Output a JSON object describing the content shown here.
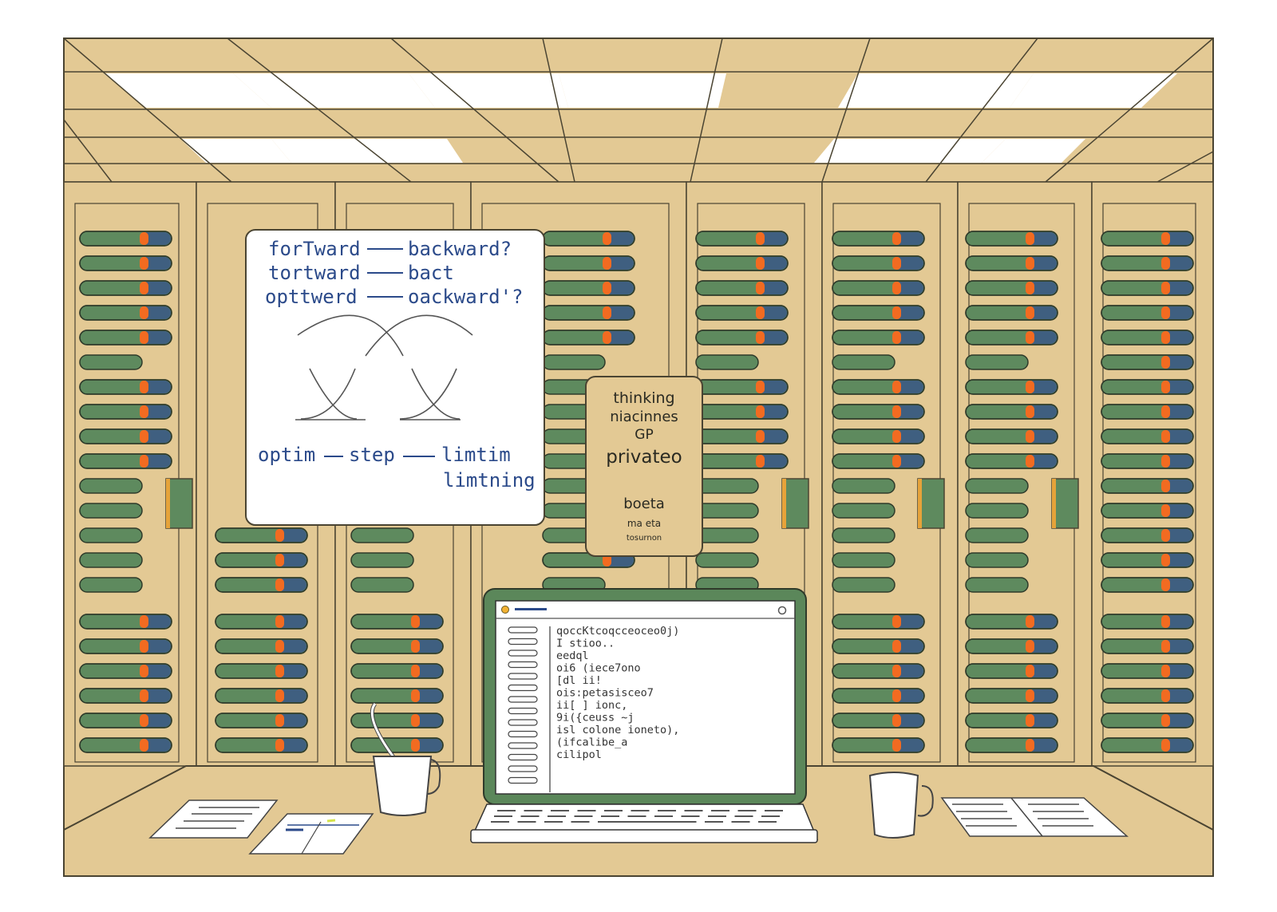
{
  "scene": {
    "title": "Server room illustration",
    "colors": {
      "wall": "#e3c994",
      "line": "#4a4432",
      "ceiling_light": "#ffffff",
      "led_green": "#5e8a5e",
      "led_blue": "#3f5f80",
      "led_orange": "#f26b21",
      "handle_accent": "#e6a33a",
      "laptop_frame": "#5b875a",
      "whiteboard_ink": "#2b4a8a"
    }
  },
  "whiteboard": {
    "lines": [
      {
        "left": "forTward",
        "right": "backward?"
      },
      {
        "left": "tortward",
        "right": "bact"
      },
      {
        "left": "opttwerd",
        "right": "oackward'?"
      }
    ],
    "bottom_line": {
      "a": "optim",
      "b": "step",
      "c": "limtim"
    },
    "bottom_line_2": "limtning"
  },
  "sign": {
    "line1": "thinking",
    "line2": "niacinnes",
    "line3": "GP",
    "line4": "privateo",
    "line5": "boeta",
    "line6": "ma eta",
    "line7": "tosurnon"
  },
  "laptop": {
    "code_lines": [
      "qoccKtcoqcceoceo0j)",
      "I   stioo..",
      " eedql",
      "oi6 (iece7ono",
      "[dl     ii!",
      "ois:petasisceo7",
      " ii[   ] ionc,",
      "9i({ceuss  ~j",
      " isl  colone ioneto),",
      "  (ifcalibe_a",
      "  cilipol"
    ]
  }
}
